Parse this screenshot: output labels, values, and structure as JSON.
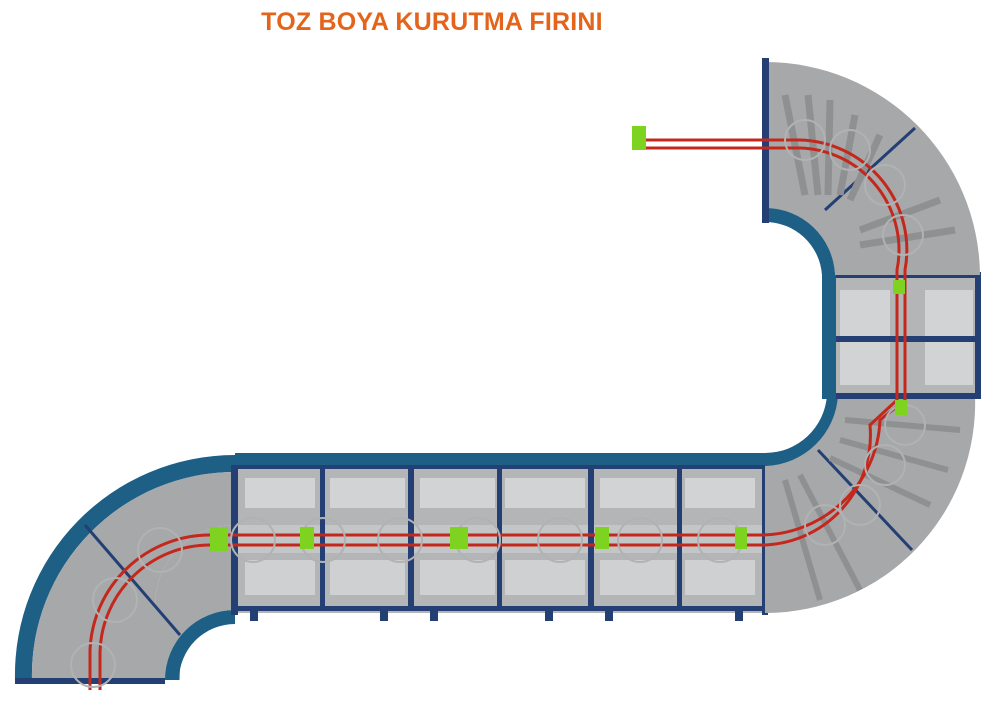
{
  "title": "TOZ BOYA KURUTMA FIRINI",
  "colors": {
    "title": "#e5641b",
    "floor": "#a7a8a9",
    "floor_dark": "#8c8d8e",
    "wall": "#1e5f86",
    "frame": "#243f73",
    "rail": "#c4281c",
    "sprocket": "#b9b9b9",
    "hanger": "#7ed321",
    "panel": "#c9c9c9"
  },
  "components": {
    "conveyor_rail": "red-conveyor-rail",
    "drive_unit": "green-drive-unit",
    "sprocket": "sprocket-wheel-icon"
  }
}
